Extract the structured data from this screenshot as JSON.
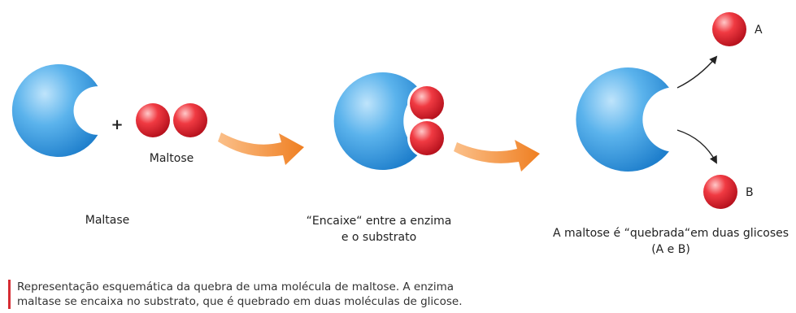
{
  "labels": {
    "maltose": "Maltose",
    "maltase": "Maltase",
    "fit_line1": "“Encaixe“ entre a enzima",
    "fit_line2": "e o substrato",
    "break_line1": "A maltose é “quebrada“em duas glicoses",
    "break_line2": "(A e B)",
    "glucose_a": "A",
    "glucose_b": "B",
    "plus": "+"
  },
  "caption": {
    "line1": "Representação esquemática da quebra de uma molécula de maltose. A enzima",
    "line2": "maltase se encaixa no substrato, que é quebrado em duas moléculas de glicose."
  },
  "colors": {
    "enzyme": "#3a9be0",
    "molecule": "#e0202b",
    "arrow": "#f28c3a",
    "caption_bar": "#d62d34"
  }
}
